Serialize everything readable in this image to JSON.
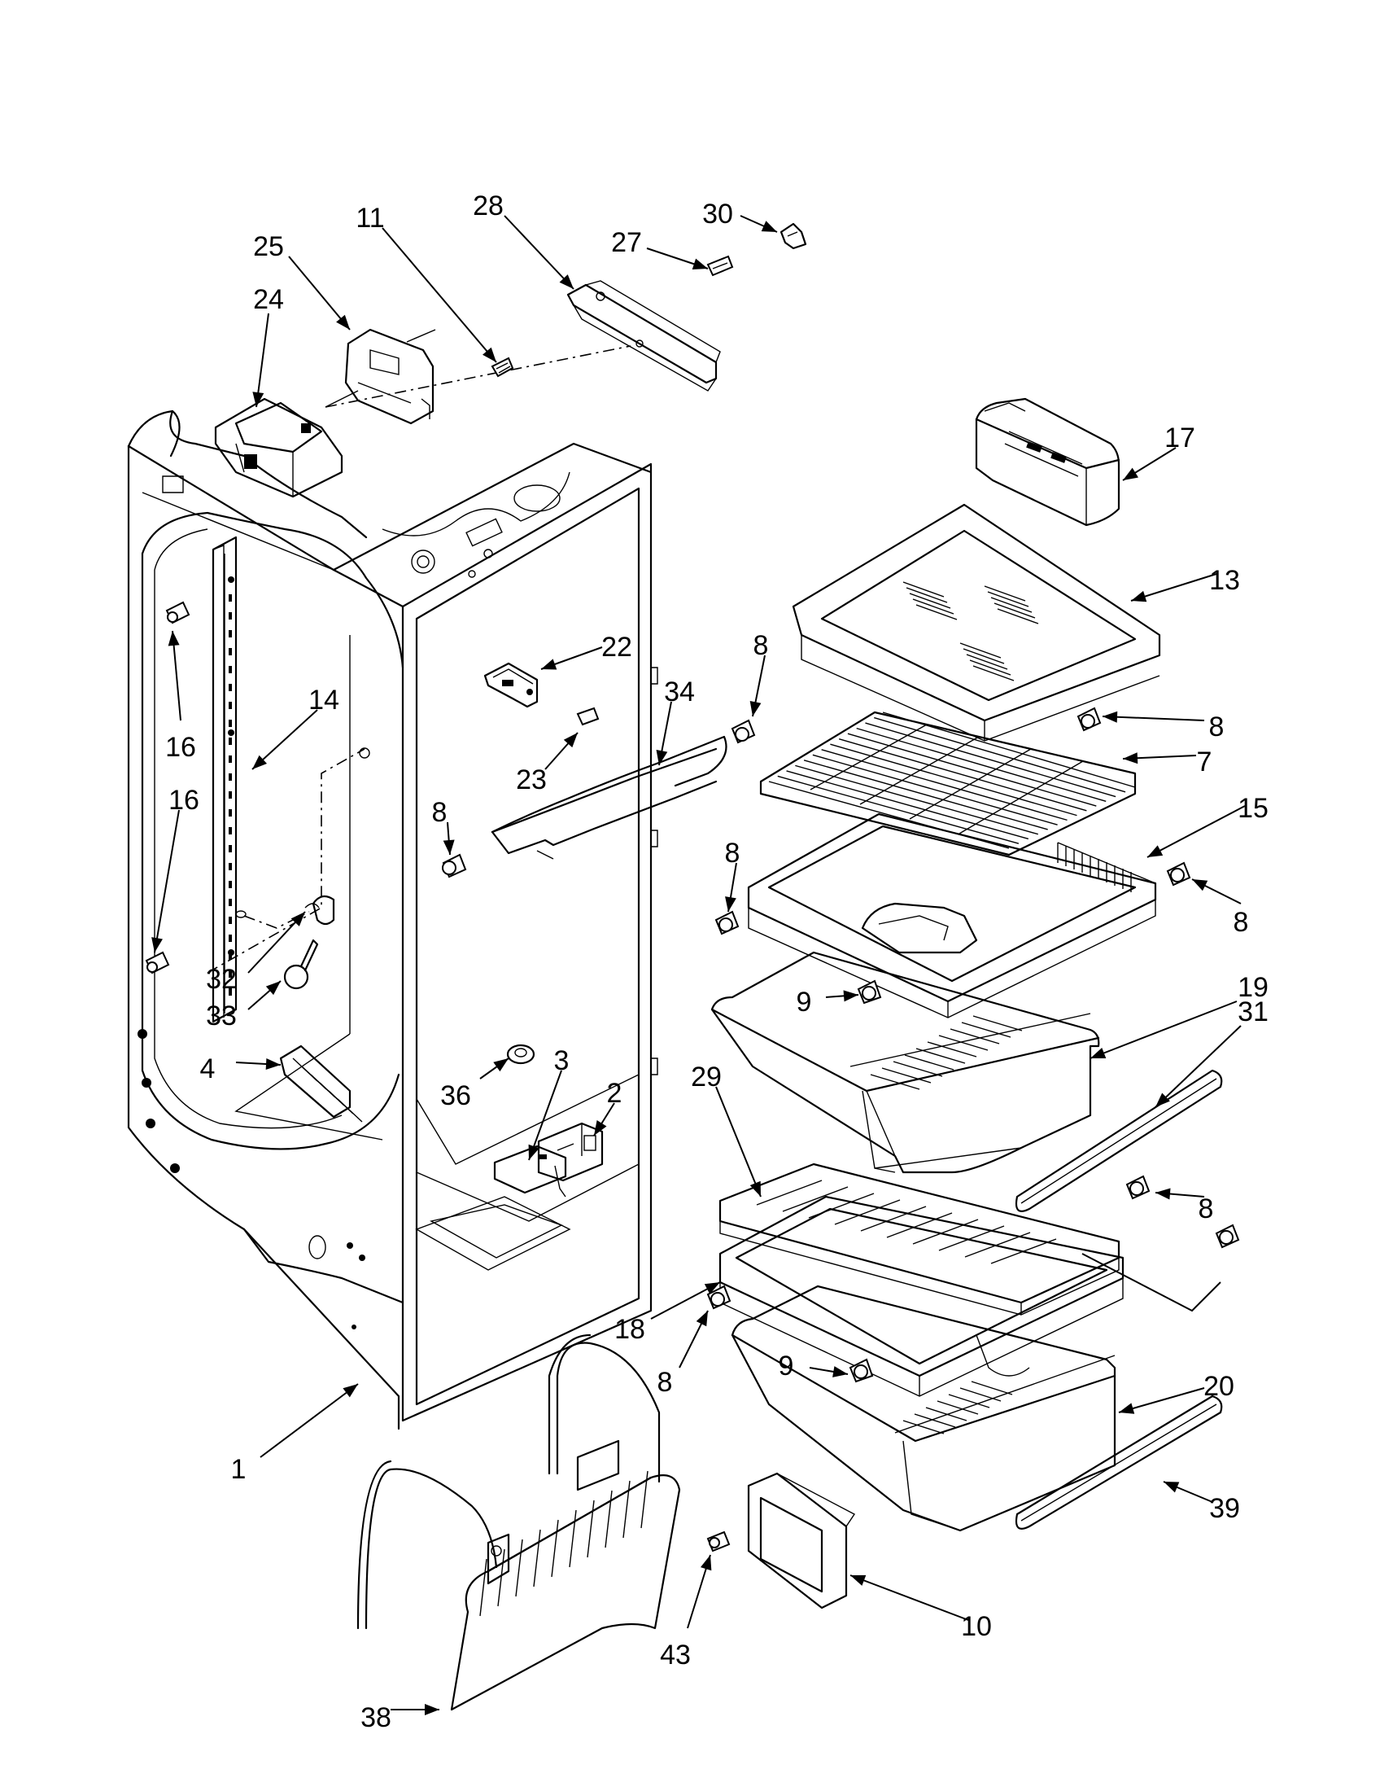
{
  "callouts": [
    {
      "id": "c1",
      "text": "1"
    },
    {
      "id": "c2",
      "text": "2"
    },
    {
      "id": "c3",
      "text": "3"
    },
    {
      "id": "c4",
      "text": "4"
    },
    {
      "id": "c7",
      "text": "7"
    },
    {
      "id": "c8a",
      "text": "8"
    },
    {
      "id": "c8b",
      "text": "8"
    },
    {
      "id": "c8c",
      "text": "8"
    },
    {
      "id": "c8d",
      "text": "8"
    },
    {
      "id": "c8e",
      "text": "8"
    },
    {
      "id": "c8f",
      "text": "8"
    },
    {
      "id": "c8g",
      "text": "8"
    },
    {
      "id": "c9a",
      "text": "9"
    },
    {
      "id": "c9b",
      "text": "9"
    },
    {
      "id": "c10",
      "text": "10"
    },
    {
      "id": "c11",
      "text": "11"
    },
    {
      "id": "c13",
      "text": "13"
    },
    {
      "id": "c14",
      "text": "14"
    },
    {
      "id": "c15",
      "text": "15"
    },
    {
      "id": "c16a",
      "text": "16"
    },
    {
      "id": "c16b",
      "text": "16"
    },
    {
      "id": "c17",
      "text": "17"
    },
    {
      "id": "c18",
      "text": "18"
    },
    {
      "id": "c19",
      "text": "19"
    },
    {
      "id": "c20",
      "text": "20"
    },
    {
      "id": "c22",
      "text": "22"
    },
    {
      "id": "c23",
      "text": "23"
    },
    {
      "id": "c24",
      "text": "24"
    },
    {
      "id": "c25",
      "text": "25"
    },
    {
      "id": "c27",
      "text": "27"
    },
    {
      "id": "c28",
      "text": "28"
    },
    {
      "id": "c29",
      "text": "29"
    },
    {
      "id": "c30",
      "text": "30"
    },
    {
      "id": "c31",
      "text": "31"
    },
    {
      "id": "c32",
      "text": "32"
    },
    {
      "id": "c33",
      "text": "33"
    },
    {
      "id": "c34",
      "text": "34"
    },
    {
      "id": "c36",
      "text": "36"
    },
    {
      "id": "c38",
      "text": "38"
    },
    {
      "id": "c39",
      "text": "39"
    },
    {
      "id": "c43",
      "text": "43"
    }
  ]
}
